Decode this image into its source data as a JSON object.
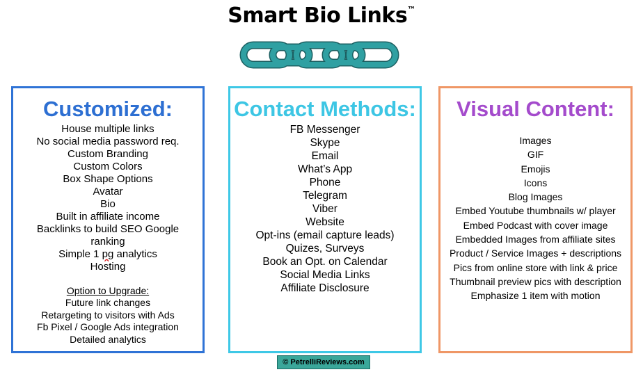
{
  "title": "Smart Bio Links",
  "trademark": "™",
  "chain_color": "#2fa0a2",
  "columns": [
    {
      "heading": "Customized:",
      "items": [
        "House multiple links",
        "No social media password req.",
        "Custom Branding",
        "Custom Colors",
        "Box Shape Options",
        "Avatar",
        "Bio",
        "Built in affiliate income",
        "Backlinks to build SEO Google",
        "ranking"
      ],
      "analytics_prefix": "Simple 1 ",
      "analytics_word": "pg",
      "analytics_suffix": " analytics",
      "last_item": "Hosting",
      "upgrade_label": "Option to Upgrade:",
      "upgrade_items": [
        "Future link changes",
        "Retargeting to visitors with Ads",
        "Fb Pixel / Google Ads integration",
        "Detailed analytics"
      ]
    },
    {
      "heading": "Contact Methods:",
      "items": [
        "FB Messenger",
        "Skype",
        "Email",
        "What’s App",
        "Phone",
        "Telegram",
        "Viber",
        "Website",
        "Opt-ins (email capture leads)",
        "Quizes, Surveys",
        "Book an Opt. on Calendar",
        "Social Media Links",
        "Affiliate Disclosure"
      ]
    },
    {
      "heading": "Visual Content:",
      "items": [
        "Images",
        "GIF",
        "Emojis",
        "Icons",
        "Blog Images",
        "Embed Youtube thumbnails w/ player",
        "Embed Podcast with cover image",
        "Embedded Images from affiliate sites",
        "Product / Service Images + descriptions",
        "Pics from online store with link & price",
        "Thumbnail preview pics with description",
        "Emphasize 1 item with motion"
      ]
    }
  ],
  "footer": "© PetrelliReviews.com",
  "colors": {
    "customized": "#2d6fd2",
    "contact": "#3dc6e4",
    "visual": "#a44bcc",
    "box1_border": "#2f73d6",
    "box2_border": "#3ec8e6",
    "box3_border": "#ef9766",
    "footer_bg": "#3aa79a"
  }
}
